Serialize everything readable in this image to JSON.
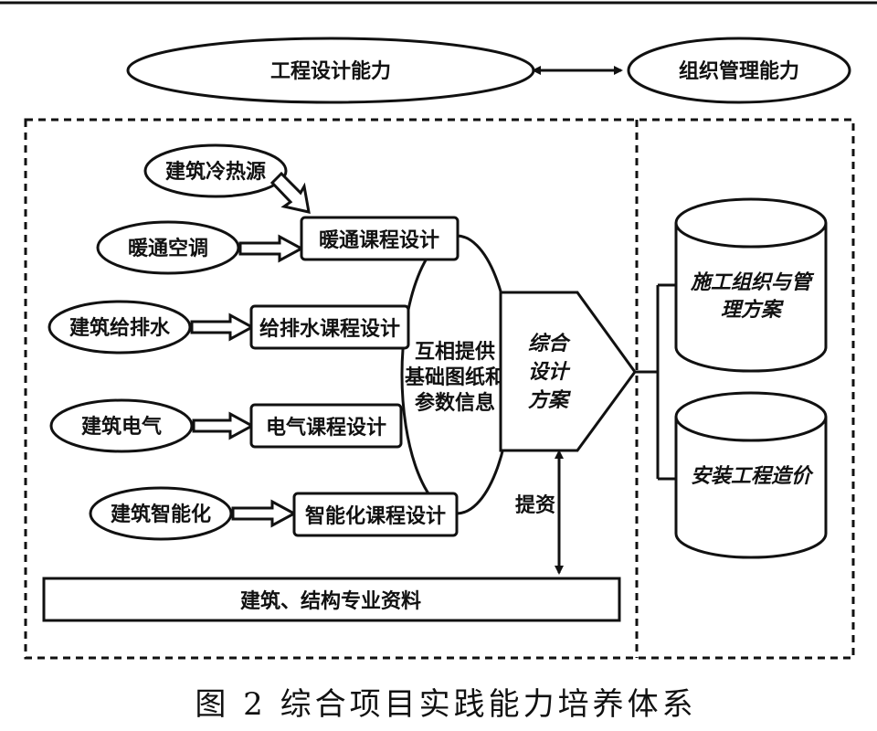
{
  "top": {
    "engineering": "工程设计能力",
    "management": "组织管理能力"
  },
  "sources": [
    "建筑冷热源",
    "暖通空调",
    "建筑给排水",
    "建筑电气",
    "建筑智能化"
  ],
  "courses": [
    "暖通课程设计",
    "给排水课程设计",
    "电气课程设计",
    "智能化课程设计"
  ],
  "exchange": {
    "lines": [
      "互相提供",
      "基础图纸和",
      "参数信息"
    ]
  },
  "scheme": {
    "lines": [
      "综合",
      "设计",
      "方案"
    ]
  },
  "support_label": "提资",
  "base_bar": "建筑、结构专业资料",
  "outputs": {
    "construction": [
      "施工组织与管",
      "理方案"
    ],
    "cost": "安装工程造价"
  },
  "caption": "图 2 综合项目实践能力培养体系"
}
